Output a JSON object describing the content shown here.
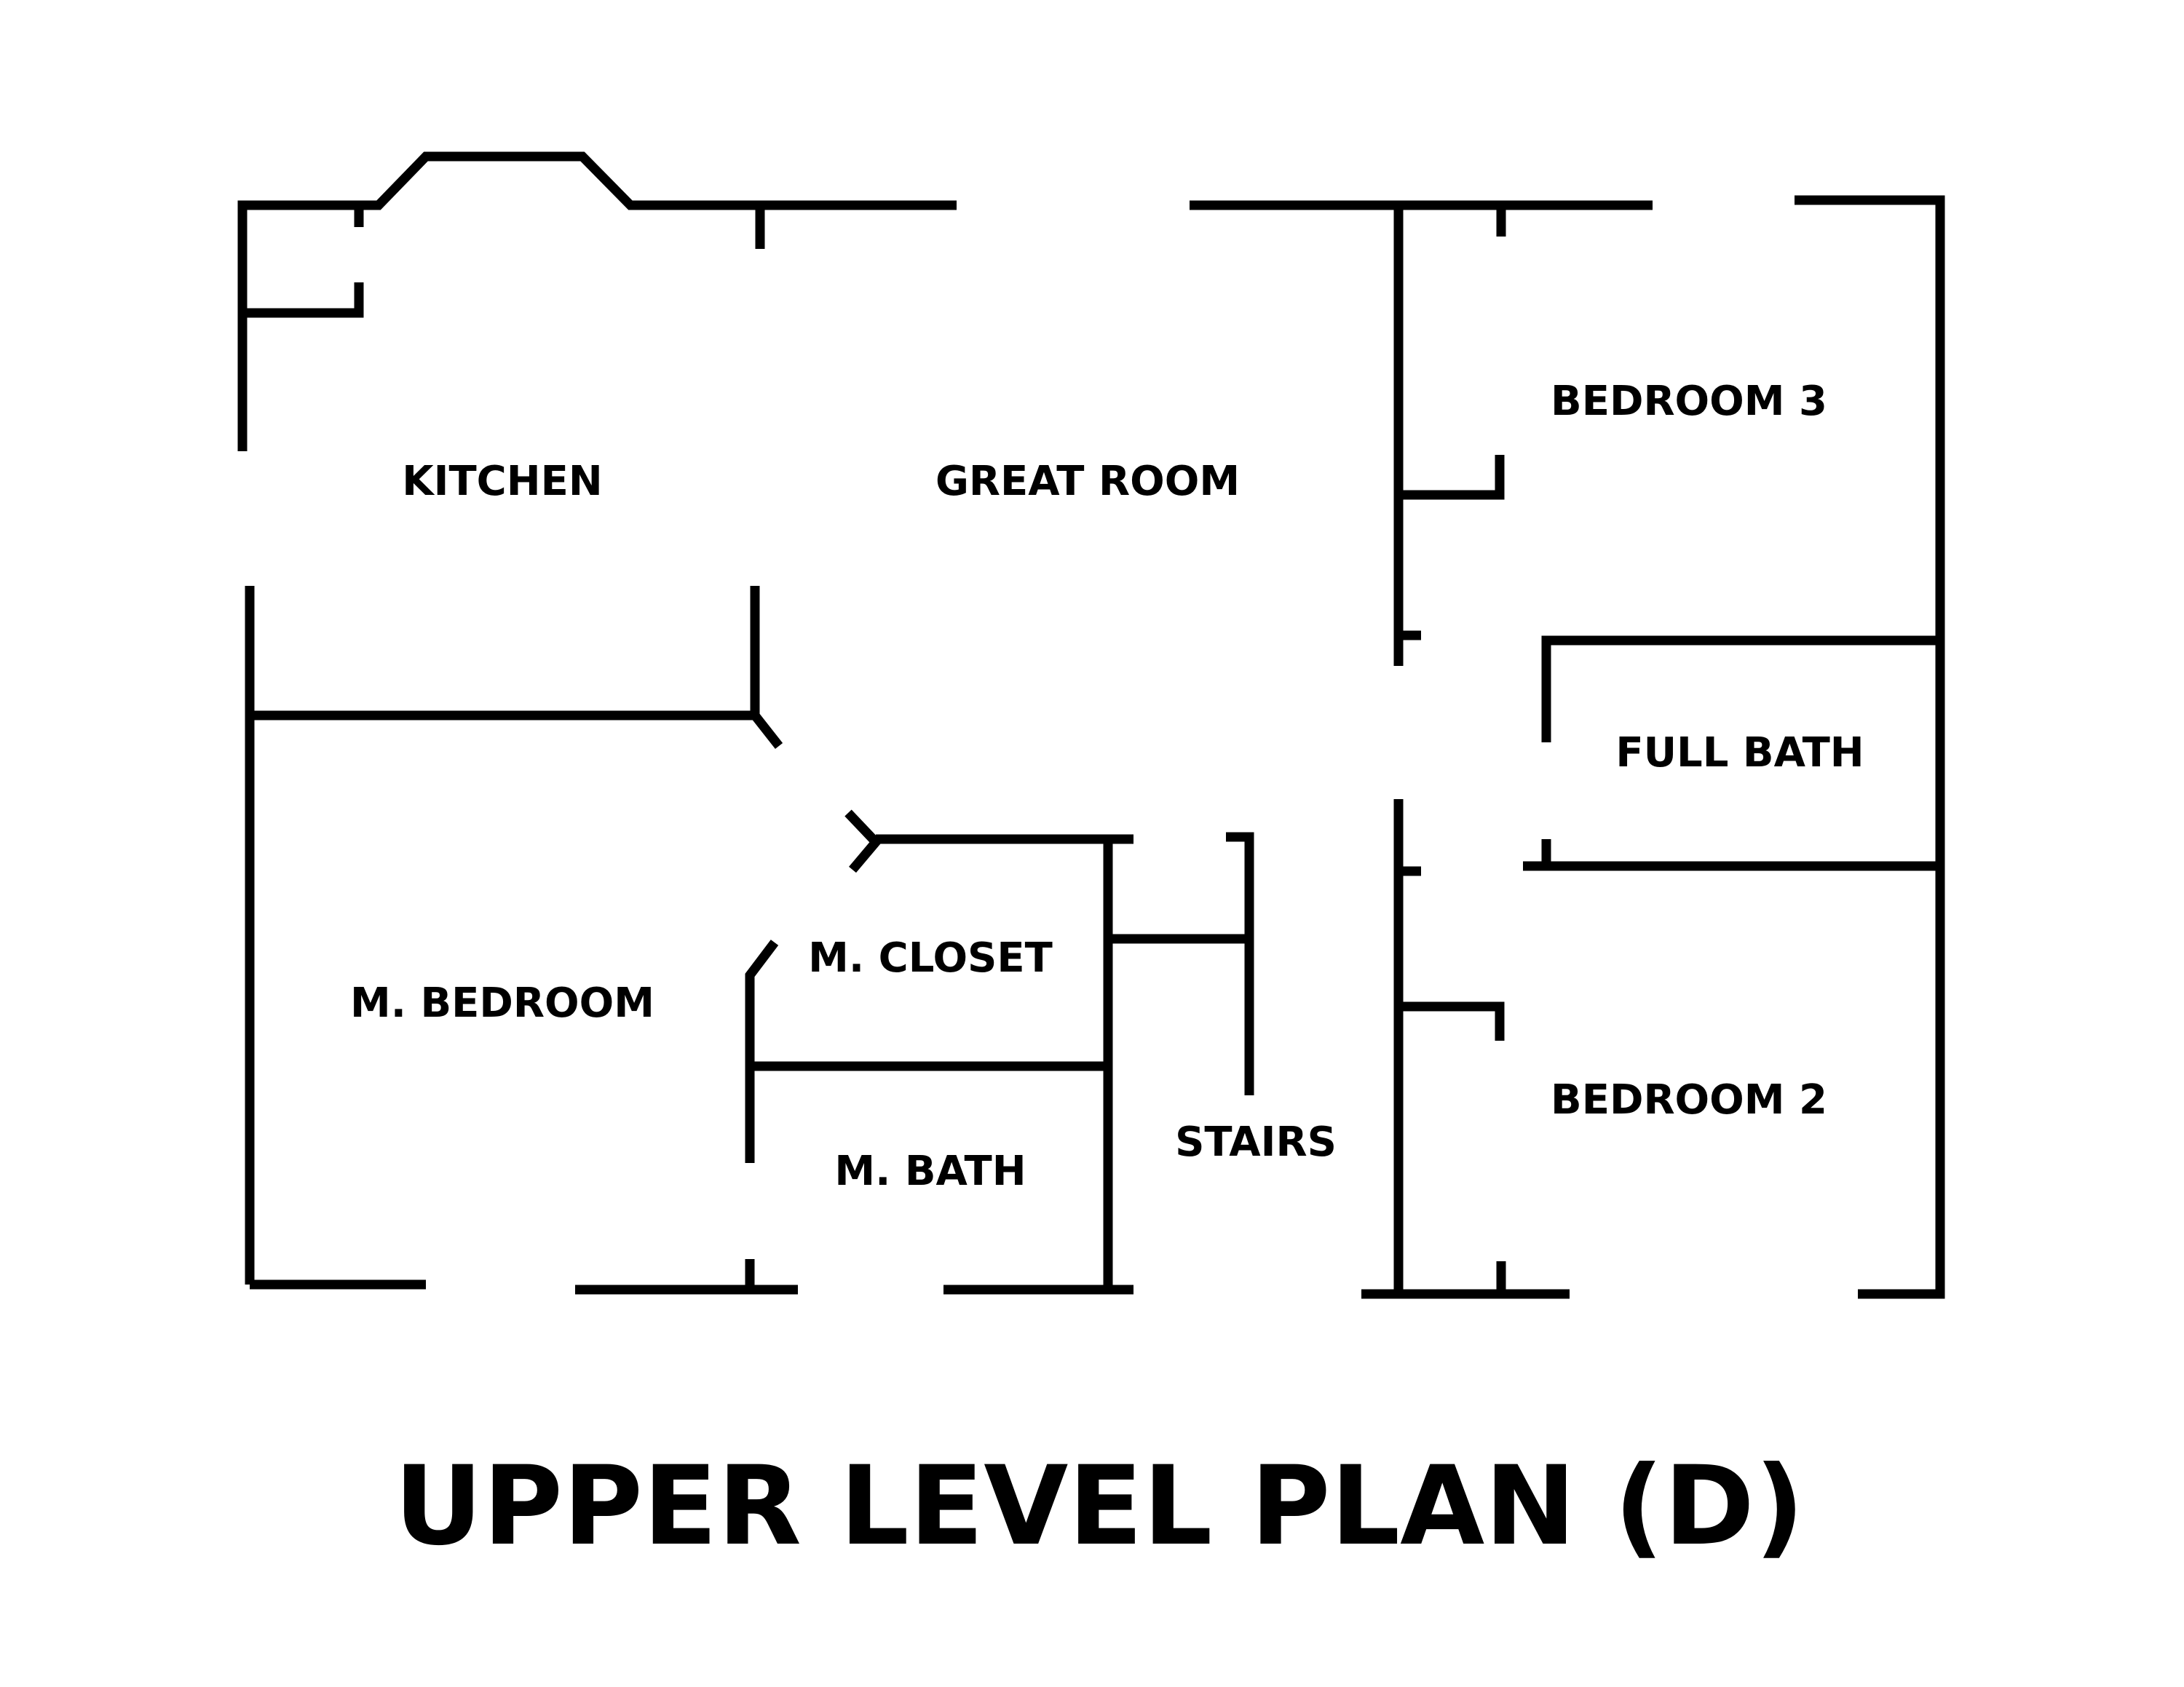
{
  "plan": {
    "title": "UPPER LEVEL PLAN (D)",
    "rooms": {
      "kitchen": "KITCHEN",
      "great_room": "GREAT ROOM",
      "bedroom_3": "BEDROOM 3",
      "full_bath": "FULL BATH",
      "master_closet": "M. CLOSET",
      "master_bedroom": "M. BEDROOM",
      "master_bath": "M. BATH",
      "stairs": "STAIRS",
      "bedroom_2": "BEDROOM 2"
    }
  },
  "colors": {
    "wall": "#000000",
    "text": "#000000",
    "background": "#ffffff"
  }
}
